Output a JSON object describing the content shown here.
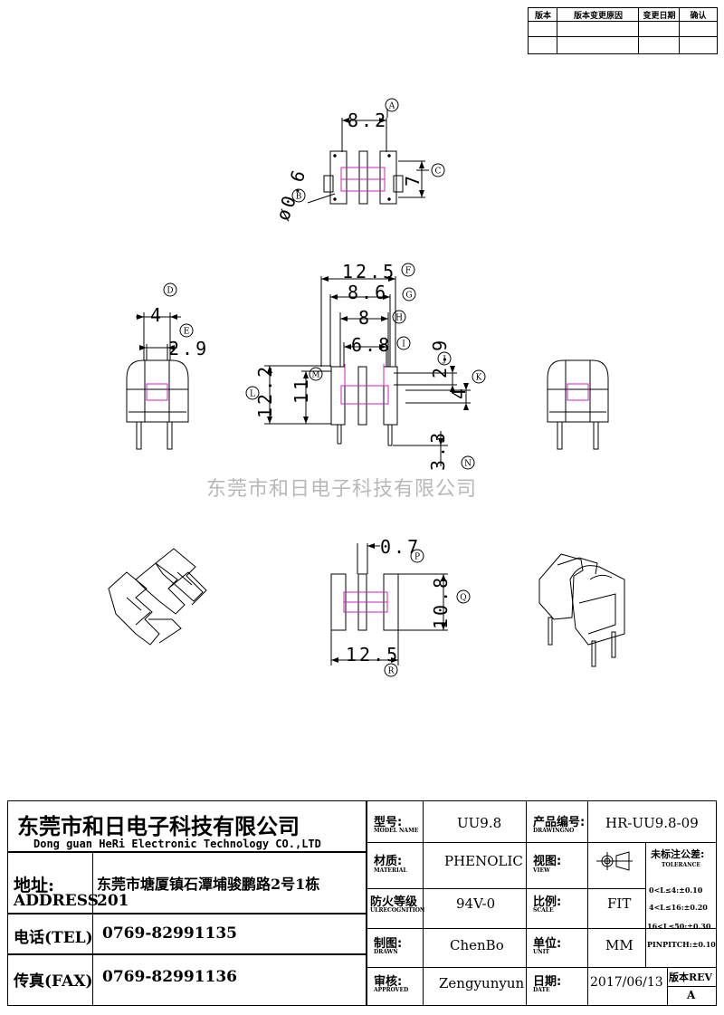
{
  "revision_table": {
    "headers": [
      "版本",
      "版本变更原因",
      "变更日期",
      "确认"
    ]
  },
  "dimensions": {
    "A": {
      "letter": "A",
      "value": "8.2"
    },
    "B": {
      "letter": "B",
      "value": "ø0.6"
    },
    "C": {
      "letter": "C",
      "value": "7"
    },
    "D": {
      "letter": "D",
      "value": "4"
    },
    "E": {
      "letter": "E",
      "value": "2.9"
    },
    "F": {
      "letter": "F",
      "value": "12.5"
    },
    "G": {
      "letter": "G",
      "value": "8.6"
    },
    "H": {
      "letter": "H",
      "value": "8"
    },
    "I": {
      "letter": "I",
      "value": "6.8"
    },
    "J": {
      "letter": "J",
      "value": "2.9"
    },
    "K": {
      "letter": "K",
      "value": "4"
    },
    "L": {
      "letter": "L",
      "value": "12.2"
    },
    "M": {
      "letter": "M",
      "value": "11"
    },
    "N": {
      "letter": "N",
      "value": "3.3"
    },
    "P": {
      "letter": "P",
      "value": "0.7"
    },
    "Q": {
      "letter": "Q",
      "value": "10.8"
    },
    "R": {
      "letter": "R",
      "value": "12.5"
    }
  },
  "watermark": "东莞市和日电子科技有限公司",
  "title_block": {
    "company_cn": "东莞市和日电子科技有限公司",
    "company_en": "Dong guan HeRi Electronic Technology CO.,LTD",
    "address_label_cn": "地址:",
    "address_label_en": "ADDRESS",
    "address_line1": "东莞市塘厦镇石潭埔骏鹏路2号1栋",
    "address_line2": "201",
    "tel_label": "电话(TEL)",
    "tel": "0769-82991135",
    "fax_label": "传真(FAX)",
    "fax": "0769-82991136",
    "model_label": "型号:",
    "model_sub": "MODEL NAME",
    "model": "UU9.8",
    "material_label": "材质:",
    "material_sub": "MATERIAL",
    "material": "PHENOLIC",
    "flame_label": "防火等级",
    "flame_sub": "ULRECOGNITION",
    "flame": "94V-0",
    "drawn_label": "制图:",
    "drawn_sub": "DRAWN",
    "drawn": "ChenBo",
    "approved_label": "审核:",
    "approved_sub": "APPROVED",
    "approved": "Zengyunyun",
    "product_no_label": "产品编号:",
    "product_no_sub": "DRAWINGNO",
    "product_no": "HR-UU9.8-09",
    "view_label": "视图:",
    "view_sub": "VIEW",
    "scale_label": "比例:",
    "scale_sub": "SCALE",
    "scale": "FIT",
    "unit_label": "单位:",
    "unit_sub": "UNIT",
    "unit": "MM",
    "date_label": "日期:",
    "date_sub": "DATE",
    "date": "2017/06/13",
    "tolerance_title": "未标注公差:",
    "tolerance_sub": "TOLERANCE",
    "tolerances": [
      "0<L≤4:±0.10",
      "4<L≤16:±0.20",
      "16<L≤50:±0.30",
      "PINPITCH:±0.10"
    ],
    "rev_label": "版本REV",
    "rev": "A"
  }
}
